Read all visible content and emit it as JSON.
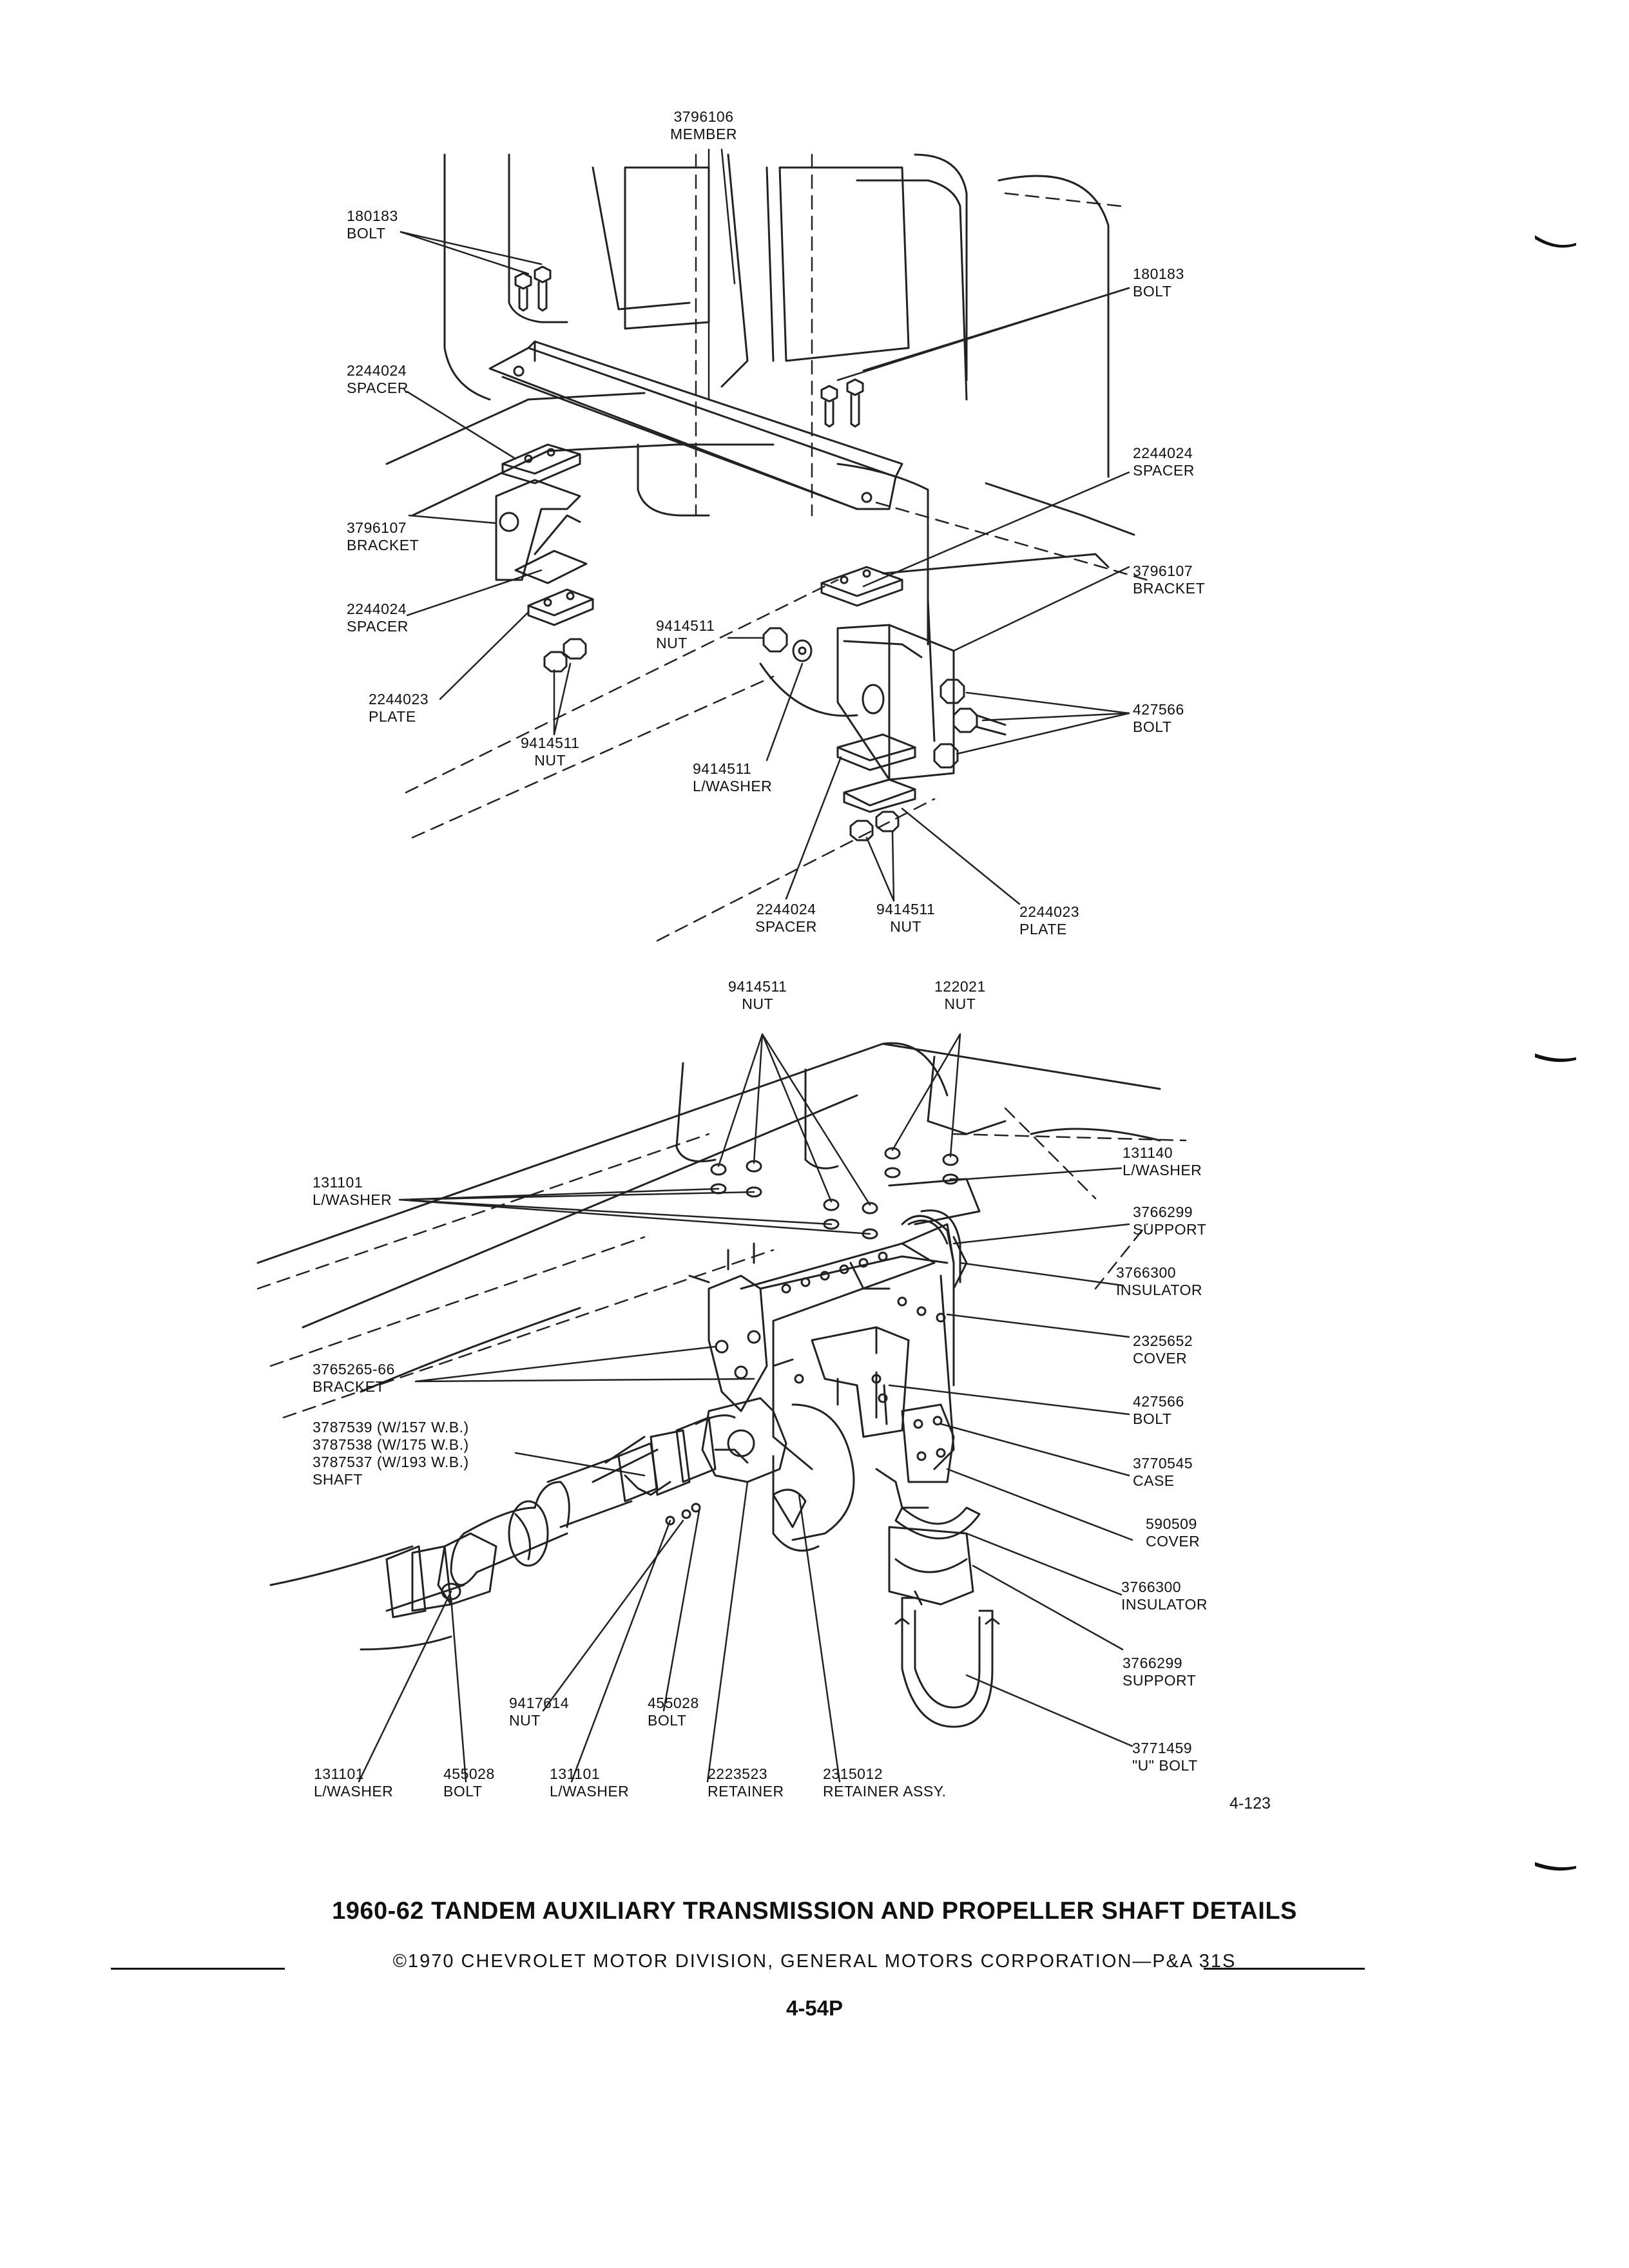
{
  "top_callouts": {
    "member": {
      "num": "3796106",
      "name": "MEMBER"
    },
    "bolt_left": {
      "num": "180183",
      "name": "BOLT"
    },
    "bolt_right": {
      "num": "180183",
      "name": "BOLT"
    },
    "spacer_left_top": {
      "num": "2244024",
      "name": "SPACER"
    },
    "bracket_left": {
      "num": "3796107",
      "name": "BRACKET"
    },
    "spacer_left_bottom": {
      "num": "2244024",
      "name": "SPACER"
    },
    "plate_left": {
      "num": "2244023",
      "name": "PLATE"
    },
    "nut_left": {
      "num": "9414511",
      "name": "NUT"
    },
    "nut_center": {
      "num": "9414511",
      "name": "NUT"
    },
    "lwasher_center": {
      "num": "9414511",
      "name": "L/WASHER"
    },
    "spacer_right_top": {
      "num": "2244024",
      "name": "SPACER"
    },
    "bracket_right": {
      "num": "3796107",
      "name": "BRACKET"
    },
    "bolt_427566_top": {
      "num": "427566",
      "name": "BOLT"
    },
    "spacer_bottom": {
      "num": "2244024",
      "name": "SPACER"
    },
    "nut_bottom": {
      "num": "9414511",
      "name": "NUT"
    },
    "plate_bottom": {
      "num": "2244023",
      "name": "PLATE"
    }
  },
  "bottom_callouts": {
    "nut_9414511": {
      "num": "9414511",
      "name": "NUT"
    },
    "nut_122021": {
      "num": "122021",
      "name": "NUT"
    },
    "lwasher_131101_top": {
      "num": "131101",
      "name": "L/WASHER"
    },
    "lwasher_131140": {
      "num": "131140",
      "name": "L/WASHER"
    },
    "support_top": {
      "num": "3766299",
      "name": "SUPPORT"
    },
    "insulator_top": {
      "num": "3766300",
      "name": "INSULATOR"
    },
    "cover_2325652": {
      "num": "2325652",
      "name": "COVER"
    },
    "bracket_3765265": {
      "num": "3765265-66",
      "name": "BRACKET"
    },
    "bolt_427566": {
      "num": "427566",
      "name": "BOLT"
    },
    "shaft": {
      "line1": "3787539 (W/157 W.B.)",
      "line2": "3787538 (W/175 W.B.)",
      "line3": "3787537 (W/193 W.B.)",
      "name": "SHAFT"
    },
    "case": {
      "num": "3770545",
      "name": "CASE"
    },
    "cover_590509": {
      "num": "590509",
      "name": "COVER"
    },
    "insulator_bottom": {
      "num": "3766300",
      "name": "INSULATOR"
    },
    "support_bottom": {
      "num": "3766299",
      "name": "SUPPORT"
    },
    "nut_9417614": {
      "num": "9417614",
      "name": "NUT"
    },
    "bolt_455028_mid": {
      "num": "455028",
      "name": "BOLT"
    },
    "lwasher_131101_left": {
      "num": "131101",
      "name": "L/WASHER"
    },
    "bolt_455028_left": {
      "num": "455028",
      "name": "BOLT"
    },
    "lwasher_131101_mid": {
      "num": "131101",
      "name": "L/WASHER"
    },
    "retainer": {
      "num": "2223523",
      "name": "RETAINER"
    },
    "retainer_assy": {
      "num": "2315012",
      "name": "RETAINER ASSY."
    },
    "ubolt": {
      "num": "3771459",
      "name": "\"U\" BOLT"
    }
  },
  "figure_number": "4-123",
  "title": "1960-62 TANDEM AUXILIARY TRANSMISSION AND PROPELLER SHAFT DETAILS",
  "copyright": "©1970 CHEVROLET MOTOR DIVISION, GENERAL MOTORS CORPORATION—P&A 31S",
  "page_number": "4-54P"
}
